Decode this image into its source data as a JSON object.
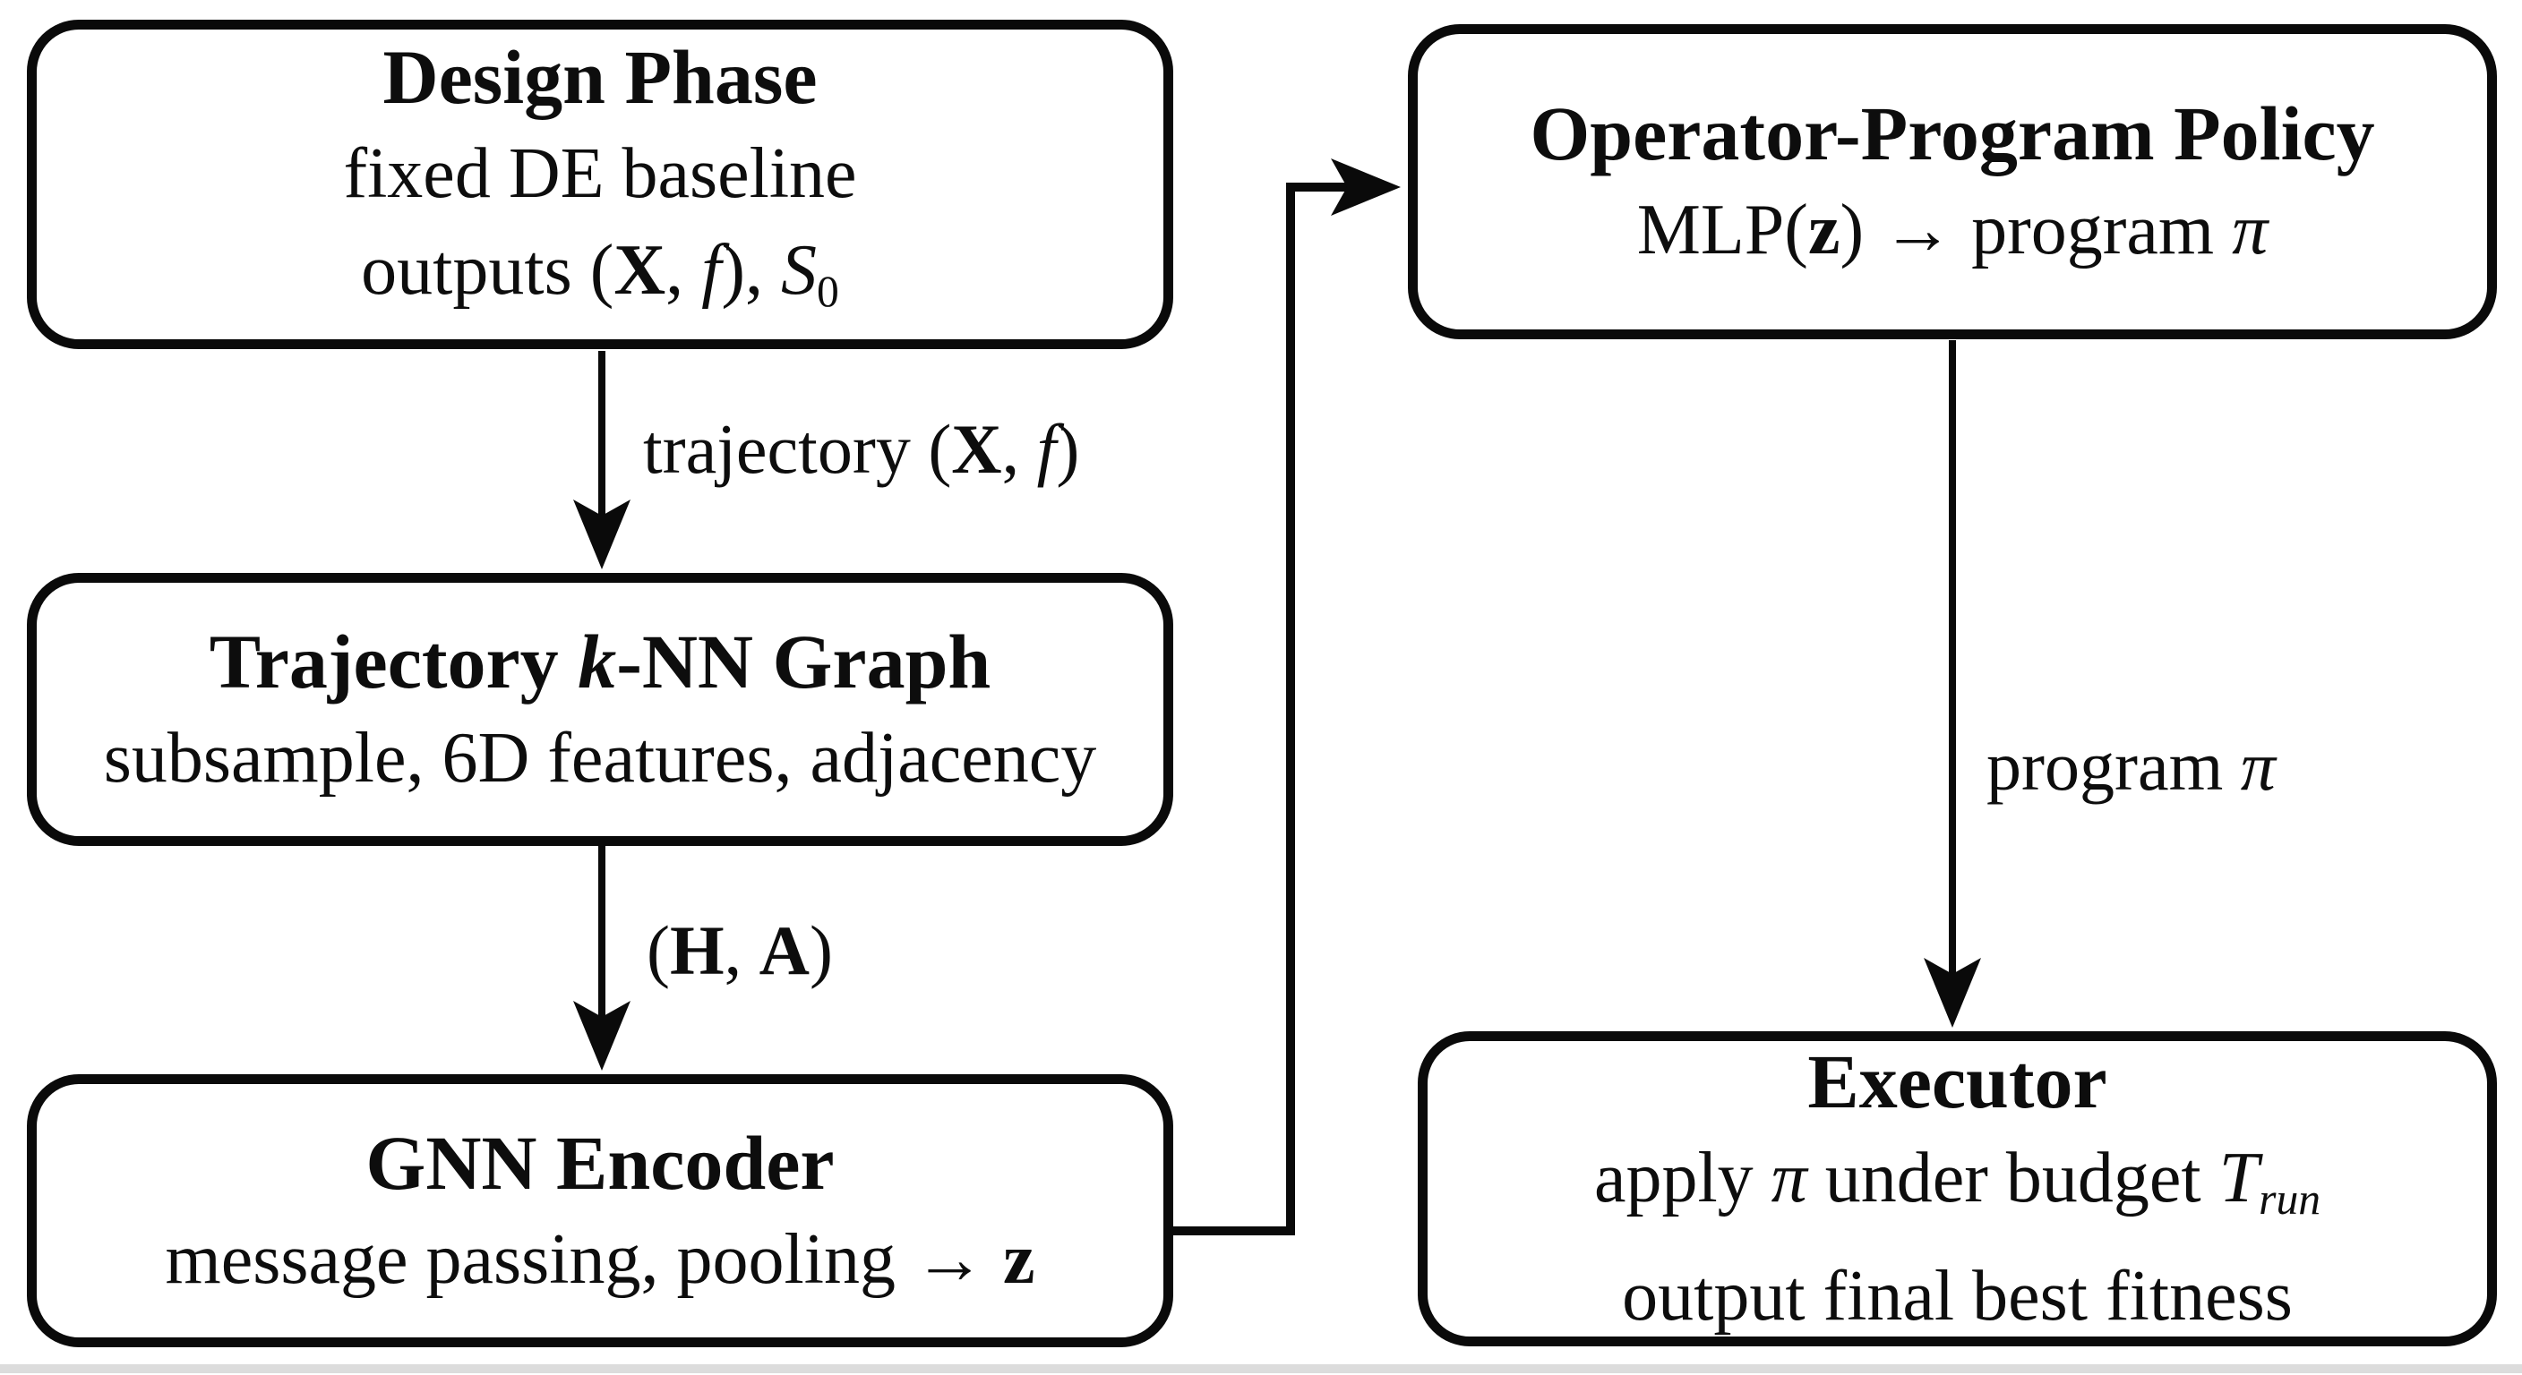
{
  "colors": {
    "ink": "#0a0a0a",
    "background": "#ffffff",
    "bottom_strip": "#c9c9c9"
  },
  "nodes": {
    "design_phase": {
      "title": [
        {
          "t": "Design Phase",
          "s": "b"
        }
      ],
      "line2": [
        {
          "t": "fixed DE baseline"
        }
      ],
      "line3": [
        {
          "t": "outputs ("
        },
        {
          "t": "X",
          "s": "b"
        },
        {
          "t": ", "
        },
        {
          "t": "f",
          "s": "i"
        },
        {
          "t": "), "
        },
        {
          "t": "S",
          "s": "i"
        },
        {
          "t": "0",
          "s": "sub"
        }
      ]
    },
    "knn_graph": {
      "title": [
        {
          "t": "Trajectory ",
          "s": "b"
        },
        {
          "t": "k",
          "s": "bi"
        },
        {
          "t": "-NN Graph",
          "s": "b"
        }
      ],
      "line2": [
        {
          "t": "subsample, 6D features, adjacency"
        }
      ]
    },
    "gnn_encoder": {
      "title": [
        {
          "t": "GNN Encoder",
          "s": "b"
        }
      ],
      "line2": [
        {
          "t": "message passing, pooling → "
        },
        {
          "t": "z",
          "s": "b"
        }
      ]
    },
    "policy": {
      "title": [
        {
          "t": "Operator-Program Policy",
          "s": "b"
        }
      ],
      "line2": [
        {
          "t": "MLP("
        },
        {
          "t": "z",
          "s": "b"
        },
        {
          "t": ") → program "
        },
        {
          "t": "π",
          "s": "i"
        }
      ]
    },
    "executor": {
      "title": [
        {
          "t": "Executor",
          "s": "b"
        }
      ],
      "line2": [
        {
          "t": "apply "
        },
        {
          "t": "π",
          "s": "i"
        },
        {
          "t": " under budget "
        },
        {
          "t": "T",
          "s": "i"
        },
        {
          "t": "run",
          "s": "subi"
        }
      ],
      "line3": [
        {
          "t": "output final best fitness"
        }
      ]
    }
  },
  "edges": {
    "trajectory_label": [
      {
        "t": "trajectory ("
      },
      {
        "t": "X",
        "s": "b"
      },
      {
        "t": ", "
      },
      {
        "t": "f",
        "s": "i"
      },
      {
        "t": ")"
      }
    ],
    "ha_label": [
      {
        "t": "("
      },
      {
        "t": "H",
        "s": "b"
      },
      {
        "t": ", "
      },
      {
        "t": "A",
        "s": "b"
      },
      {
        "t": ")"
      }
    ],
    "program_label": [
      {
        "t": "program "
      },
      {
        "t": "π",
        "s": "i"
      }
    ]
  }
}
